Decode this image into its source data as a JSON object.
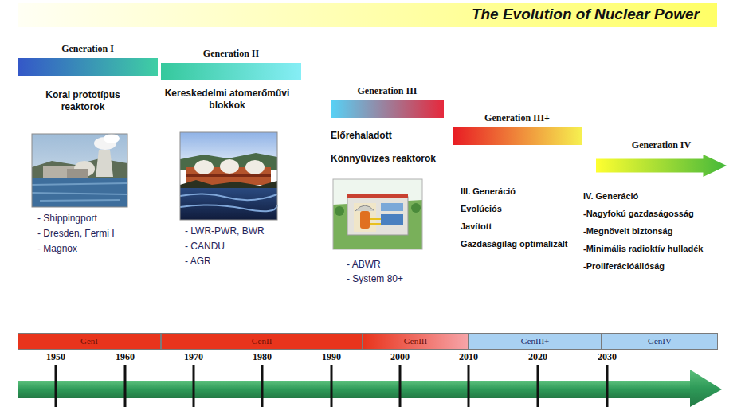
{
  "diagram": {
    "title": "The Evolution of Nuclear Power",
    "nodes": [
      {
        "text": [
          "Generation I"
        ]
      },
      {
        "text": [
          "Generation II"
        ]
      },
      {
        "text": [
          "Generation III"
        ]
      },
      {
        "text": [
          "Generation III+"
        ]
      },
      {
        "text": [
          "Generation IV"
        ]
      },
      {
        "text": [
          "GenI"
        ]
      },
      {
        "text": [
          "GenII"
        ]
      },
      {
        "text": [
          "GenIII"
        ]
      },
      {
        "text": [
          "GenIII+"
        ]
      },
      {
        "text": [
          "GenIV"
        ]
      }
    ],
    "labels": [
      "Korai prototípus reaktorok",
      "- Shippingport",
      "- Dresden, Fermi I",
      "- Magnox",
      "Kereskedelmi atomerőművi blokkok",
      "- LWR-PWR, BWR",
      "- CANDU",
      "- AGR",
      "Előrehaladott",
      "Könnyűvizes reaktorok",
      "- ABWR",
      "- System 80+",
      "III. Generáció",
      "Evolúciós",
      "Javított",
      "Gazdaságilag optimalizált",
      "IV. Generáció",
      "-Nagyfokú gazdaságosság",
      "-Megnövelt biztonság",
      "-Minimális radioktív hulladék",
      "-Proliferációállóság",
      "1950",
      "1960",
      "1970",
      "1980",
      "1990",
      "2000",
      "2010",
      "2020",
      "2030"
    ]
  }
}
